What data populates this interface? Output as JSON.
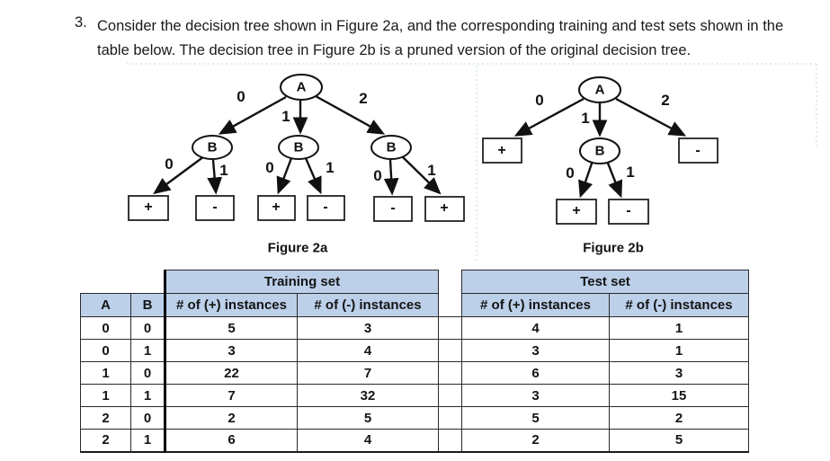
{
  "question": {
    "number": "3.",
    "lines": [
      "Consider the decision tree shown in Figure 2a, and the corresponding training and test sets shown in the",
      "table below. The decision tree in Figure 2b is a pruned version of the original decision tree."
    ]
  },
  "fig2a": {
    "caption": "Figure 2a",
    "root_label": "A",
    "b_labels": [
      "B",
      "B",
      "B"
    ],
    "edge_labels": [
      "0",
      "1",
      "2",
      "0",
      "1",
      "0",
      "1",
      "0",
      "1"
    ],
    "leaf_labels": [
      "+",
      "-",
      "+",
      "-",
      "-",
      "+"
    ]
  },
  "fig2b": {
    "caption": "Figure 2b",
    "root_label": "A",
    "b_label": "B",
    "edge_labels": [
      "0",
      "1",
      "2",
      "0",
      "1"
    ],
    "leaf_labels": [
      "+",
      "-",
      "+",
      "-"
    ]
  },
  "table": {
    "training_header": "Training set",
    "test_header": "Test set",
    "col_a": "A",
    "col_b": "B",
    "pos_col": "# of (+) instances",
    "neg_col": "# of (-) instances",
    "rows": [
      {
        "a": "0",
        "b": "0",
        "train_pos": "5",
        "train_neg": "3",
        "test_pos": "4",
        "test_neg": "1"
      },
      {
        "a": "0",
        "b": "1",
        "train_pos": "3",
        "train_neg": "4",
        "test_pos": "3",
        "test_neg": "1"
      },
      {
        "a": "1",
        "b": "0",
        "train_pos": "22",
        "train_neg": "7",
        "test_pos": "6",
        "test_neg": "3"
      },
      {
        "a": "1",
        "b": "1",
        "train_pos": "7",
        "train_neg": "32",
        "test_pos": "3",
        "test_neg": "15"
      },
      {
        "a": "2",
        "b": "0",
        "train_pos": "2",
        "train_neg": "5",
        "test_pos": "5",
        "test_neg": "2"
      },
      {
        "a": "2",
        "b": "1",
        "train_pos": "6",
        "train_neg": "4",
        "test_pos": "2",
        "test_neg": "5"
      }
    ]
  },
  "colors": {
    "header_fill": "#bcd0ea",
    "ink": "#1a1a1a"
  }
}
